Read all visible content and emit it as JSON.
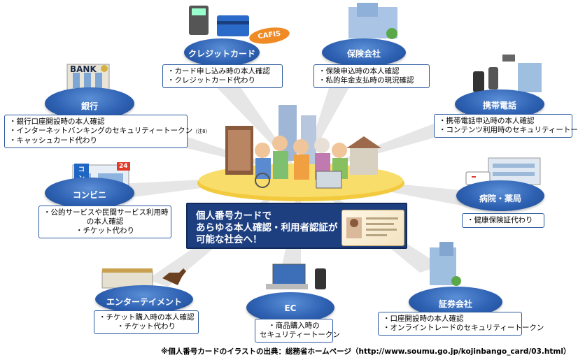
{
  "center": {
    "lines": [
      "個人番号カードで",
      "あらゆる本人確認・利用者認証が",
      "可能な社会へ！"
    ]
  },
  "nodes": {
    "credit": {
      "title": "クレジットカード",
      "badge": "CAFIS",
      "items": [
        "・カード申し込み時の本人確認",
        "・クレジットカード代わり"
      ]
    },
    "insurance": {
      "title": "保険会社",
      "items": [
        "・保険申込時の本人確認",
        "・私的年金支払時の現況確認"
      ]
    },
    "bank": {
      "title": "銀行",
      "sign": "BANK",
      "items": [
        "・銀行口座開設時の本人確認",
        "・インターネットバンキングのセキュリティートークン",
        "・キャッシュカード代わり"
      ],
      "note": "（注8）"
    },
    "mobile": {
      "title": "携帯電話",
      "items": [
        "・携帯電話申込時の本人確認",
        "・コンテンツ利用時のセキュリティートークン"
      ]
    },
    "konbini": {
      "title": "コンビニ",
      "sign": "コンビニ",
      "sign24": "24",
      "items": [
        "・公的サービスや民間サービス利用時",
        "の本人確認",
        "・チケット代わり"
      ]
    },
    "hospital": {
      "title": "病院・薬局",
      "items": [
        "・健康保険証代わり"
      ]
    },
    "entertainment": {
      "title": "エンターテイメント",
      "items": [
        "・チケット購入時の本人確認",
        "・チケット代わり"
      ]
    },
    "ec": {
      "title": "EC",
      "items": [
        "・商品購入時の",
        "セキュリティートークン"
      ]
    },
    "securities": {
      "title": "証券会社",
      "items": [
        "・口座開設時の本人確認",
        "・オンライントレードのセキュリティートークン"
      ]
    }
  },
  "footer": "※個人番号カードのイラストの出典：総務省ホームページ（http://www.soumu.go.jp/kojinbango_card/03.html）",
  "colors": {
    "disc": "#2f62b3",
    "center": "#1d3f80",
    "border": "#2c5aa0"
  }
}
